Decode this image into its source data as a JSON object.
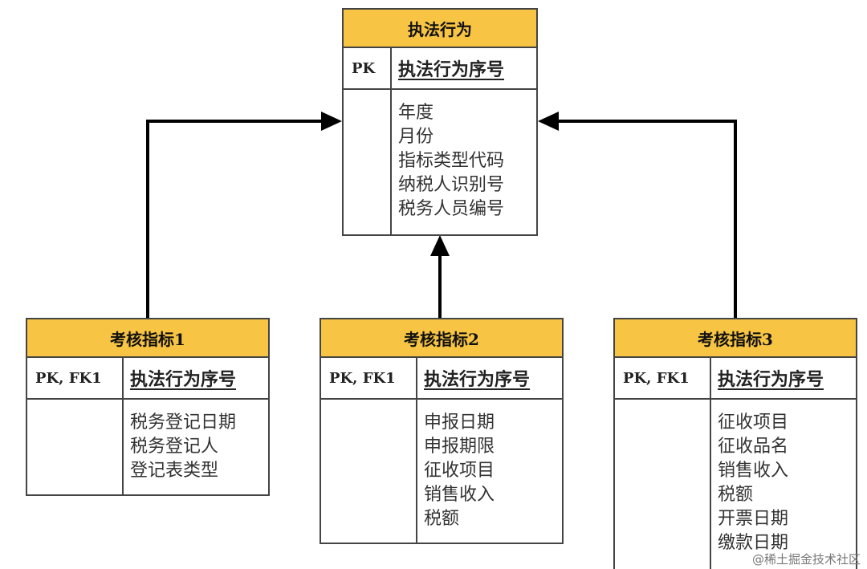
{
  "entities": {
    "main": {
      "title": "执法行为",
      "key_type": "PK",
      "key_name": "执法行为序号",
      "attributes": [
        "年度",
        "月份",
        "指标类型代码",
        "纳税人识别号",
        "税务人员编号"
      ]
    },
    "indicator1": {
      "title": "考核指标1",
      "key_type": "PK, FK1",
      "key_name": "执法行为序号",
      "attributes": [
        "税务登记日期",
        "税务登记人",
        "登记表类型"
      ]
    },
    "indicator2": {
      "title": "考核指标2",
      "key_type": "PK, FK1",
      "key_name": "执法行为序号",
      "attributes": [
        "申报日期",
        "申报期限",
        "征收项目",
        "销售收入",
        "税额"
      ]
    },
    "indicator3": {
      "title": "考核指标3",
      "key_type": "PK, FK1",
      "key_name": "执法行为序号",
      "attributes": [
        "征收项目",
        "征收品名",
        "销售收入",
        "税额",
        "开票日期",
        "缴款日期"
      ]
    }
  },
  "relationships": [
    {
      "from": "indicator1",
      "to": "main"
    },
    {
      "from": "indicator2",
      "to": "main"
    },
    {
      "from": "indicator3",
      "to": "main"
    }
  ],
  "watermark": "@稀土掘金技术社区",
  "colors": {
    "header_fill": "#f7c443",
    "border": "#444444",
    "connector": "#000000"
  }
}
